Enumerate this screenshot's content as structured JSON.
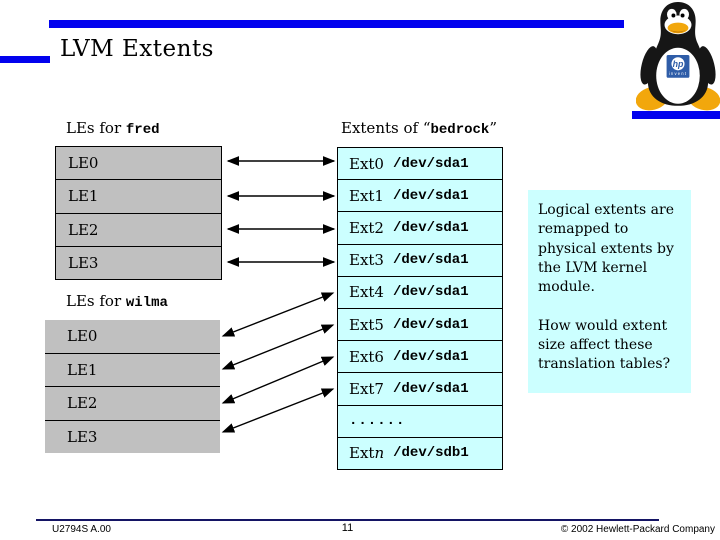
{
  "title": "LVM Extents",
  "fred": {
    "header_prefix": "LEs for ",
    "name": "fred",
    "rows": [
      "LE0",
      "LE1",
      "LE2",
      "LE3"
    ]
  },
  "wilma": {
    "header_prefix": "LEs for ",
    "name": "wilma",
    "rows": [
      "LE0",
      "LE1",
      "LE2",
      "LE3"
    ]
  },
  "bedrock": {
    "header_prefix": "Extents of ",
    "quote_open": "“",
    "name": "bedrock",
    "quote_close": "”",
    "rows": [
      {
        "name": "Ext0",
        "dev": "/dev/sda1"
      },
      {
        "name": "Ext1",
        "dev": "/dev/sda1"
      },
      {
        "name": "Ext2",
        "dev": "/dev/sda1"
      },
      {
        "name": "Ext3",
        "dev": "/dev/sda1"
      },
      {
        "name": "Ext4",
        "dev": "/dev/sda1"
      },
      {
        "name": "Ext5",
        "dev": "/dev/sda1"
      },
      {
        "name": "Ext6",
        "dev": "/dev/sda1"
      },
      {
        "name": "Ext7",
        "dev": "/dev/sda1"
      },
      {
        "name": "",
        "dev": "......"
      },
      {
        "name": "Ext",
        "name_italic": "n",
        "dev": "/dev/sdb1"
      }
    ]
  },
  "notes": {
    "para1": "Logical extents are remapped to physical extents by the LVM kernel module.",
    "para2": "How would extent size affect these translation tables?"
  },
  "footer": {
    "left": "U2794S A.00",
    "page": "11",
    "right": "© 2002 Hewlett-Packard Company"
  },
  "icons": {
    "logo": "tux-hp-invent-logo",
    "logo_hp_text": "hp",
    "logo_invent_text": "invent"
  },
  "colors": {
    "accent_blue": "#0202ee",
    "box_gray": "#c0c0c0",
    "box_cyan": "#ccffff",
    "footer_line": "#141464",
    "tux_orange": "#f2a70c",
    "hp_blue": "#2f5da8"
  }
}
